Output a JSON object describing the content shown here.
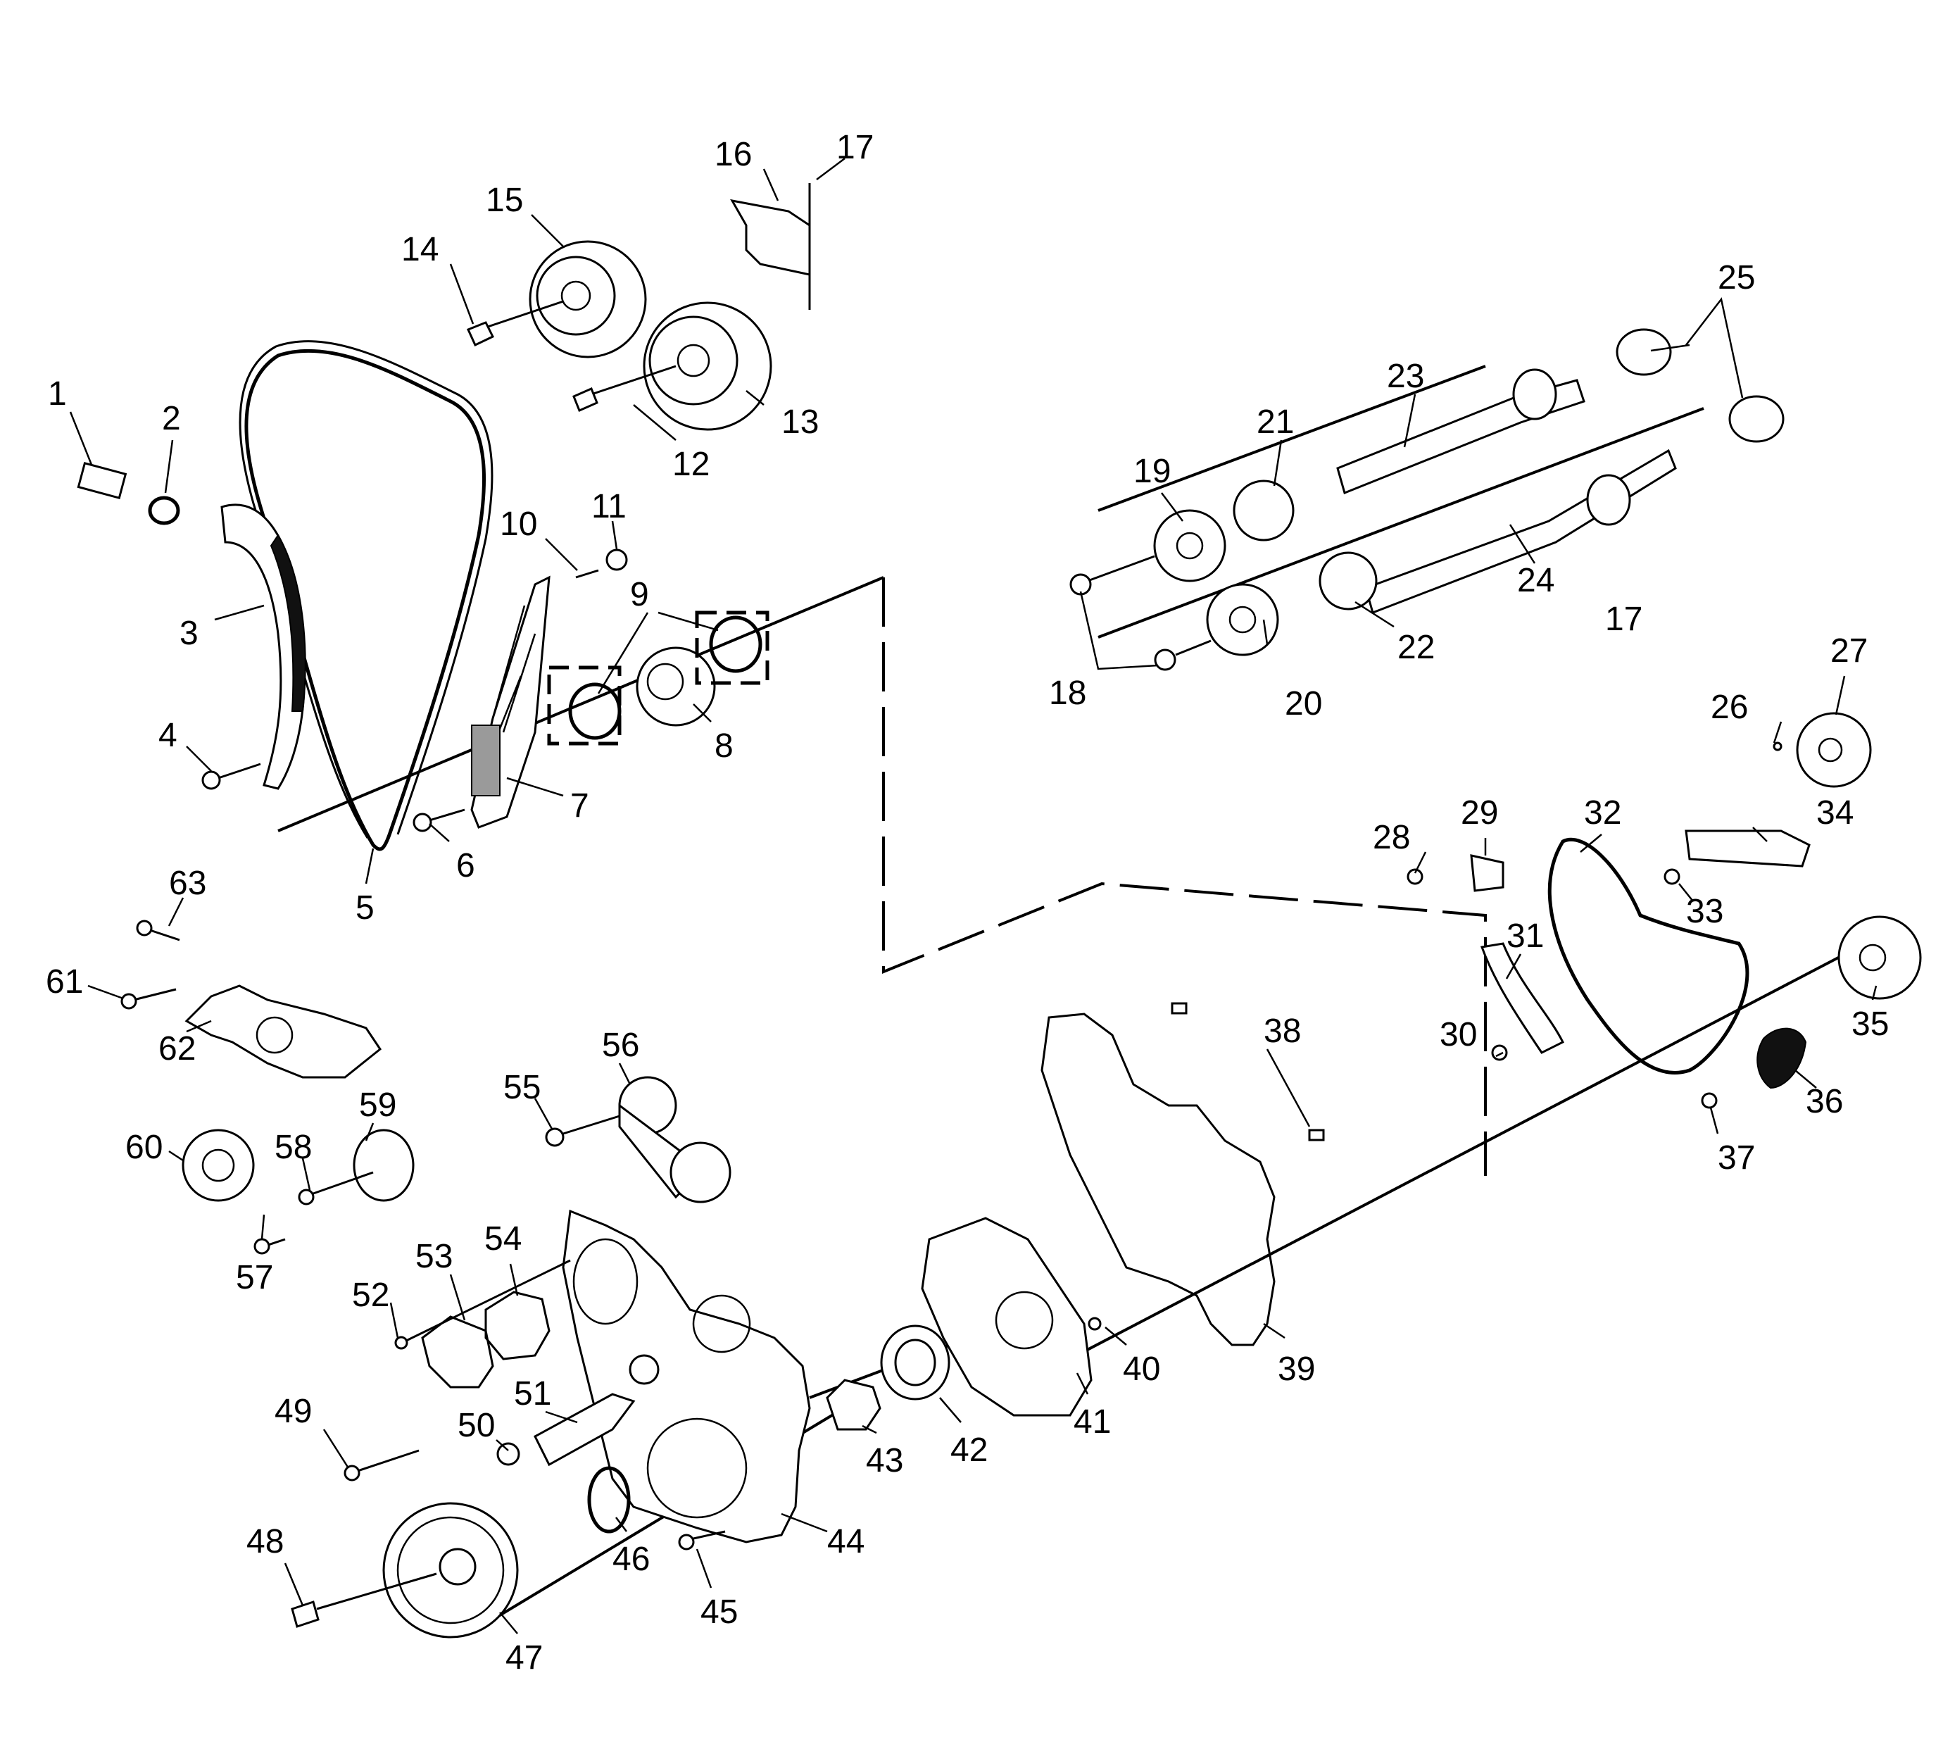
{
  "diagram": {
    "callouts": [
      "1",
      "2",
      "3",
      "4",
      "5",
      "6",
      "7",
      "8",
      "9",
      "10",
      "11",
      "12",
      "13",
      "14",
      "15",
      "16",
      "17",
      "17",
      "18",
      "19",
      "20",
      "21",
      "22",
      "23",
      "24",
      "25",
      "26",
      "27",
      "28",
      "29",
      "30",
      "31",
      "32",
      "33",
      "34",
      "35",
      "36",
      "37",
      "38",
      "39",
      "40",
      "41",
      "42",
      "43",
      "44",
      "45",
      "46",
      "47",
      "48",
      "49",
      "50",
      "51",
      "52",
      "53",
      "54",
      "55",
      "56",
      "57",
      "58",
      "59",
      "60",
      "61",
      "62",
      "63"
    ]
  }
}
